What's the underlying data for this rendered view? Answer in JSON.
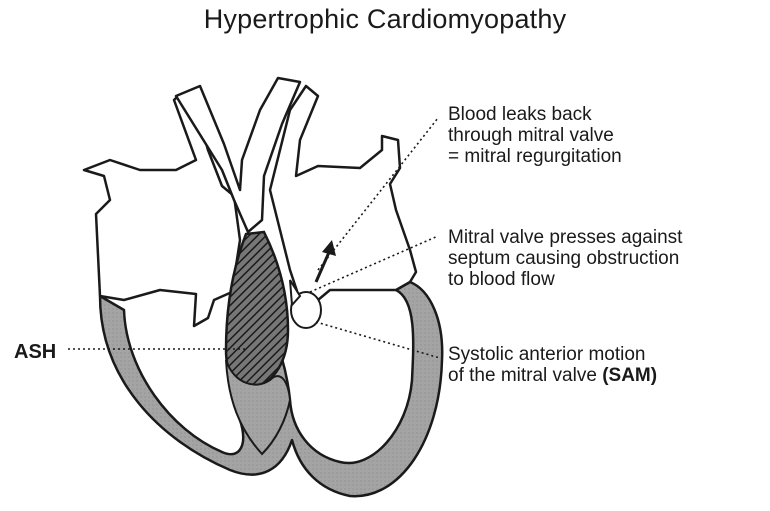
{
  "title": "Hypertrophic Cardiomyopathy",
  "labels": {
    "regurgitation": {
      "line1": "Blood leaks back",
      "line2": "through mitral valve",
      "line3": "= mitral regurgitation"
    },
    "obstruction": {
      "line1": "Mitral valve presses against",
      "line2": "septum causing obstruction",
      "line3": "to blood flow"
    },
    "sam": {
      "line1": "Systolic anterior motion",
      "line2_prefix": "of the mitral valve",
      "line2_bold": "(SAM)"
    },
    "ash": "ASH"
  },
  "colors": {
    "outline": "#1a1a1a",
    "wall_fill": "#9a9a9a",
    "septum_hatch": "#2a2a2a",
    "background": "#ffffff"
  }
}
